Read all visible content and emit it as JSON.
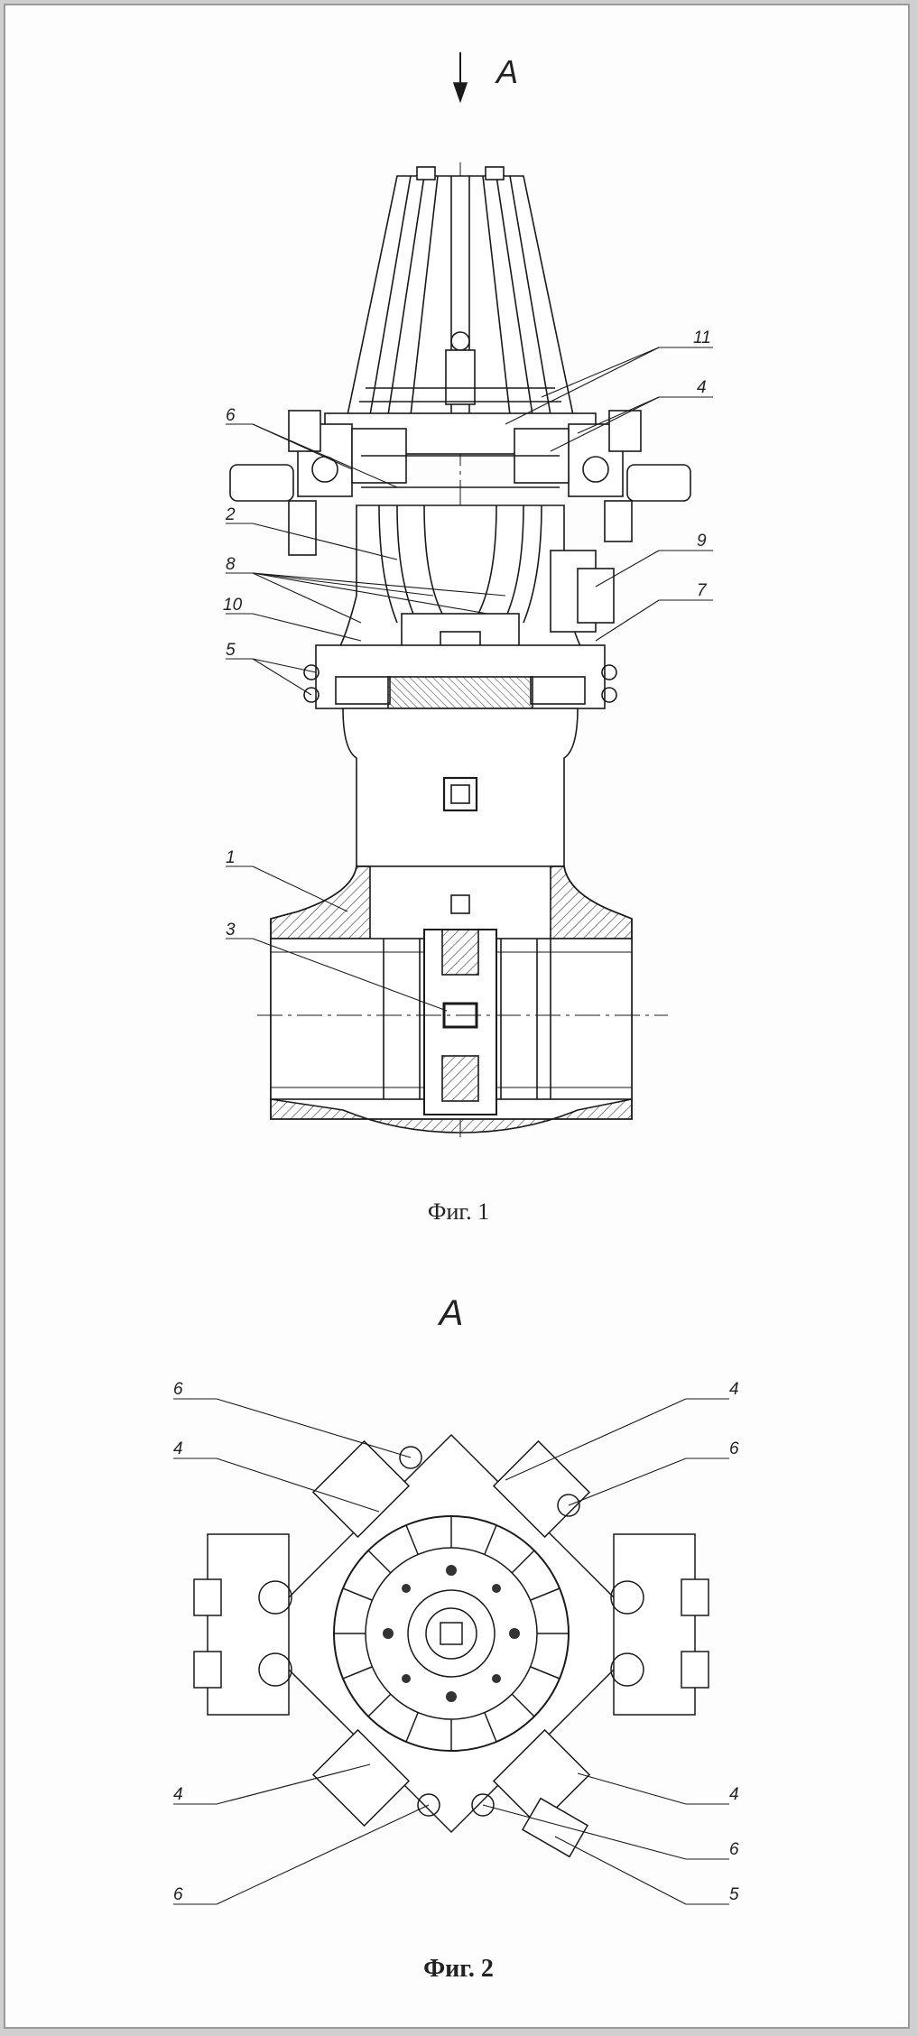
{
  "figure1": {
    "view_marker": "A",
    "caption": "Фиг. 1",
    "labels": [
      "11",
      "4",
      "6",
      "2",
      "8",
      "9",
      "7",
      "10",
      "5",
      "1",
      "3"
    ]
  },
  "figure2": {
    "view_title": "A",
    "caption": "Фиг. 2",
    "labels": [
      "6",
      "4",
      "4",
      "6",
      "4",
      "6",
      "4",
      "6",
      "5"
    ]
  }
}
